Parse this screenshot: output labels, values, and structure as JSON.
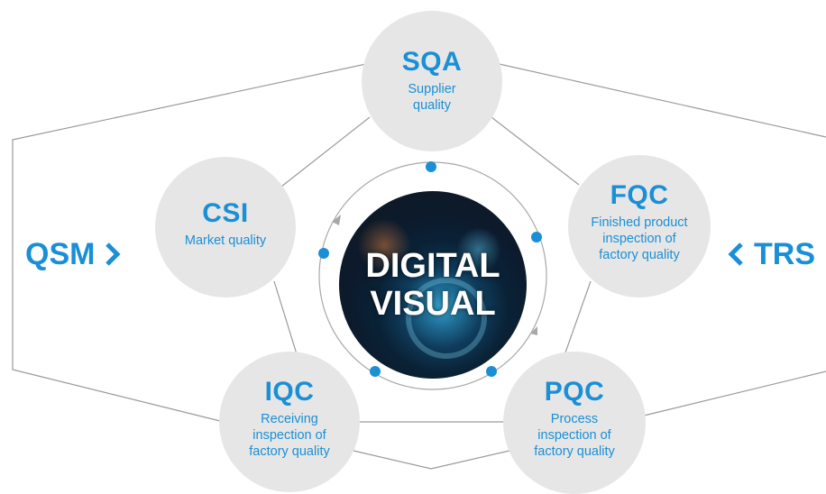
{
  "center": {
    "line1": "DIGITAL",
    "line2": "VISUAL"
  },
  "nodes": [
    {
      "id": "sqa",
      "abbr": "SQA",
      "desc": "Supplier\nquality"
    },
    {
      "id": "csi",
      "abbr": "CSI",
      "desc": "Market quality"
    },
    {
      "id": "fqc",
      "abbr": "FQC",
      "desc": "Finished product\ninspection of\nfactory quality"
    },
    {
      "id": "iqc",
      "abbr": "IQC",
      "desc": "Receiving\ninspection of\nfactory quality"
    },
    {
      "id": "pqc",
      "abbr": "PQC",
      "desc": "Process\ninspection of\nfactory quality"
    }
  ],
  "left_label": "QSM",
  "right_label": "TRS",
  "colors": {
    "accent": "#1a8fd6",
    "node_fill": "#e6e6e6",
    "line": "#999999",
    "dot": "#1a8fd6"
  }
}
